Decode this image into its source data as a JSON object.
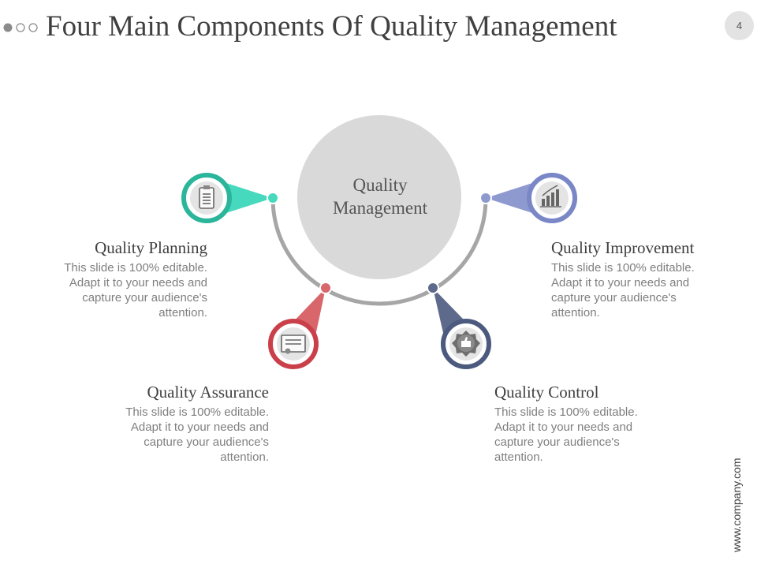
{
  "slide": {
    "title": "Four Main Components Of Quality Management",
    "page_number": "4",
    "footer": "www.company.com"
  },
  "center": {
    "label_line1": "Quality",
    "label_line2": "Management"
  },
  "components": [
    {
      "title": "Quality Planning",
      "desc": "This slide is 100% editable. Adapt it to your needs and capture your audience's attention.",
      "icon": "clipboard-icon",
      "color": "#2bb59a",
      "pointer_color": "#47d9bd"
    },
    {
      "title": "Quality Assurance",
      "desc": "This slide is 100% editable. Adapt it to your needs and capture your audience's attention.",
      "icon": "certificate-icon",
      "color": "#c9404a",
      "pointer_color": "#d8666b"
    },
    {
      "title": "Quality Control",
      "desc": "This slide is 100% editable. Adapt it to your needs and capture your audience's attention.",
      "icon": "thumbs-up-badge-icon",
      "color": "#4b5a7e",
      "pointer_color": "#5e6a8c"
    },
    {
      "title": "Quality Improvement",
      "desc": "This slide is 100% editable. Adapt it to your needs and capture your audience's attention.",
      "icon": "bar-chart-icon",
      "color": "#7a87c7",
      "pointer_color": "#8e99cf"
    }
  ]
}
